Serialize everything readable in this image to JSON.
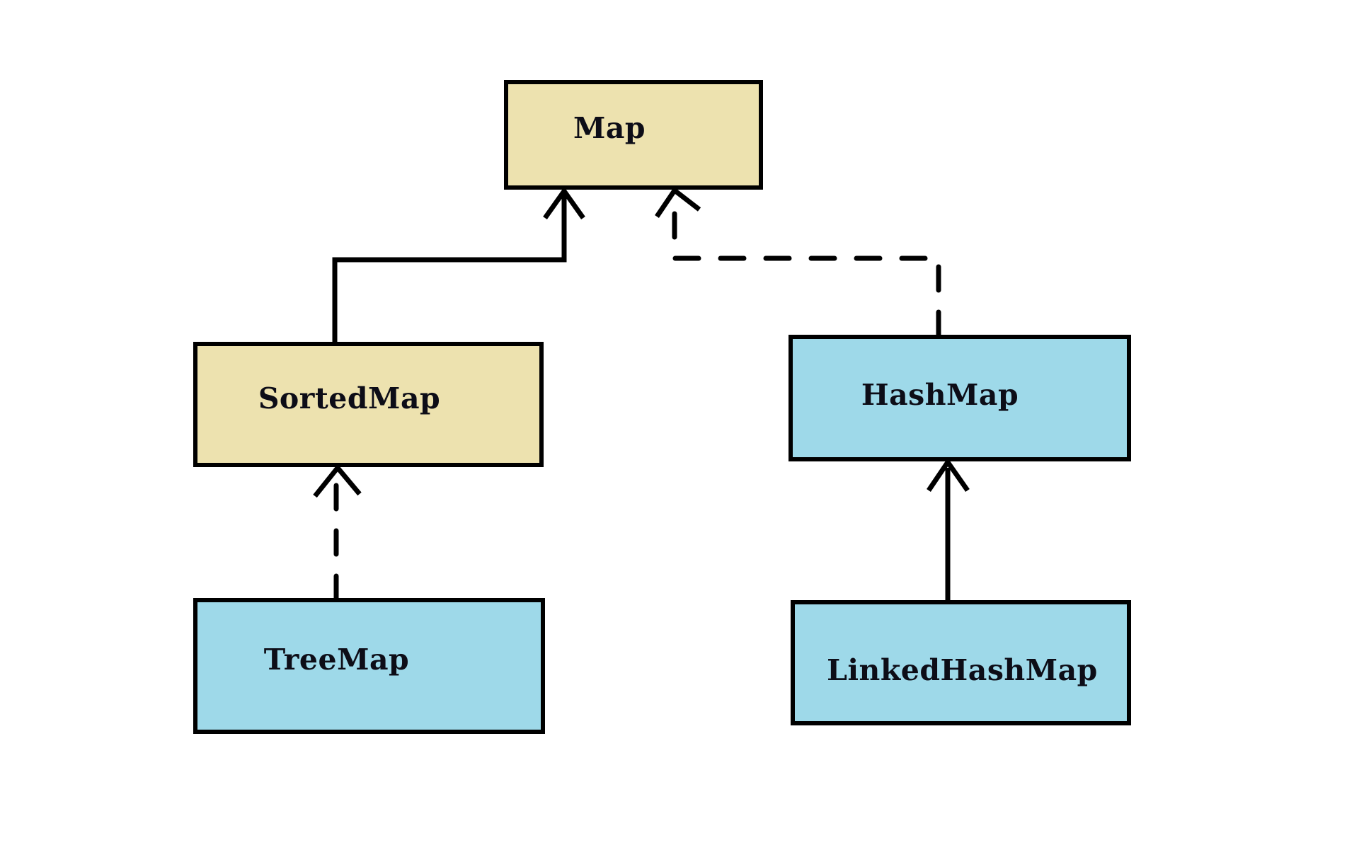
{
  "diagram": {
    "kind": "class-hierarchy",
    "nodes": {
      "map": {
        "label": "Map",
        "fill": "#EDE2AF"
      },
      "sorted_map": {
        "label": "SortedMap",
        "fill": "#EDE2AF"
      },
      "hash_map": {
        "label": "HashMap",
        "fill": "#9ED9E9"
      },
      "tree_map": {
        "label": "TreeMap",
        "fill": "#9ED9E9"
      },
      "linked_hash_map": {
        "label": "LinkedHashMap",
        "fill": "#9ED9E9"
      }
    },
    "edges": [
      {
        "from": "SortedMap",
        "to": "Map",
        "line": "solid",
        "arrowhead": "open"
      },
      {
        "from": "HashMap",
        "to": "Map",
        "line": "dashed",
        "arrowhead": "open"
      },
      {
        "from": "TreeMap",
        "to": "SortedMap",
        "line": "dashed",
        "arrowhead": "open"
      },
      {
        "from": "LinkedHashMap",
        "to": "HashMap",
        "line": "solid",
        "arrowhead": "open"
      }
    ]
  },
  "colors": {
    "background": "#FFFFFF",
    "line": "#000000",
    "text": "#0D0D17",
    "box_fill_tan": "#EDE2AF",
    "box_fill_blue": "#9ED9E9"
  }
}
